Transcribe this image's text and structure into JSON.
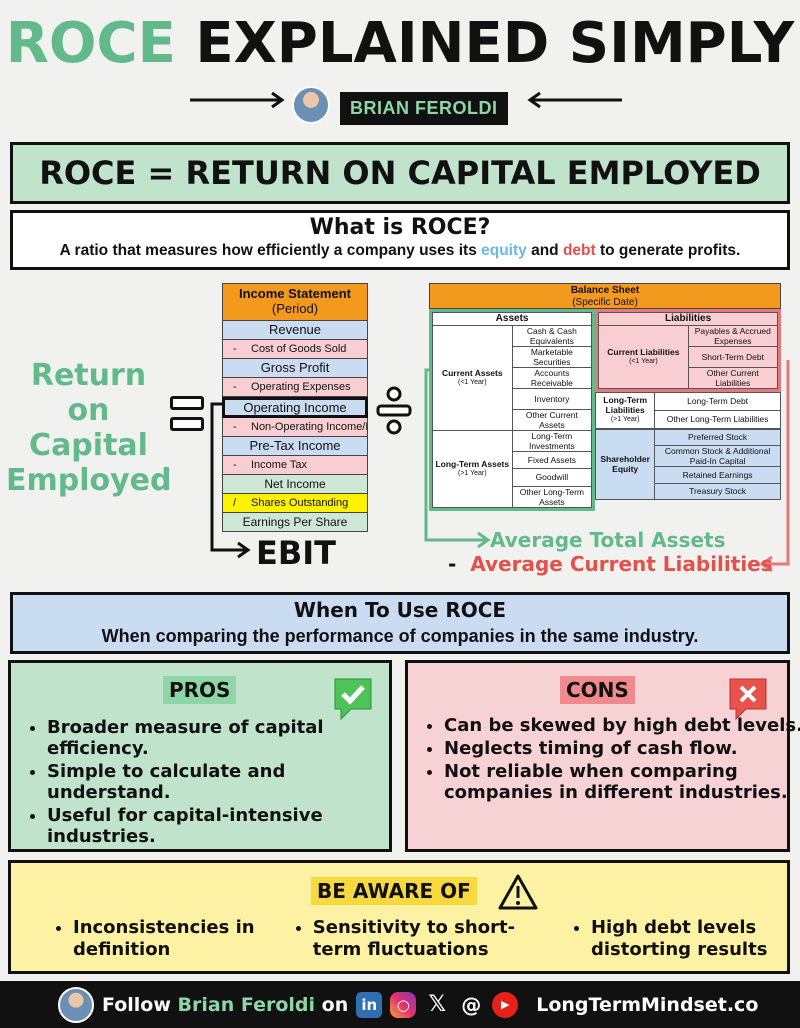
{
  "header": {
    "title_accent": "ROCE",
    "title_rest": "EXPLAINED SIMPLY",
    "author": "BRIAN FEROLDI",
    "accent_color": "#62b98a"
  },
  "definition": "ROCE = RETURN ON CAPITAL EMPLOYED",
  "what": {
    "heading": "What is ROCE?",
    "text_before": "A ratio that measures how efficiently a company uses its ",
    "equity": "equity",
    "and": " and ",
    "debt": "debt",
    "text_after": " to generate profits."
  },
  "formula": {
    "lhs": "Return on Capital Employed",
    "numerator_label": "EBIT",
    "denominator_assets": "Average Total Assets",
    "minus": "-",
    "denominator_liab": "Average Current Liabilities"
  },
  "income_statement": {
    "title": "Income Statement",
    "period": "(Period)",
    "rows": [
      {
        "label": "Revenue",
        "sign": "",
        "style": "blue"
      },
      {
        "label": "Cost of Goods Sold",
        "sign": "-",
        "style": "pink"
      },
      {
        "label": "Gross Profit",
        "sign": "",
        "style": "blue"
      },
      {
        "label": "Operating Expenses",
        "sign": "-",
        "style": "pink"
      },
      {
        "label": "Operating Income",
        "sign": "",
        "style": "op"
      },
      {
        "label": "Non-Operating Income/Expense",
        "sign": "-",
        "style": "pink"
      },
      {
        "label": "Pre-Tax Income",
        "sign": "",
        "style": "blue"
      },
      {
        "label": "Income Tax",
        "sign": "-",
        "style": "pink"
      },
      {
        "label": "Net Income",
        "sign": "",
        "style": "green"
      },
      {
        "label": "Shares Outstanding",
        "sign": "/",
        "style": "yellow"
      },
      {
        "label": "Earnings Per Share",
        "sign": "",
        "style": "green"
      }
    ]
  },
  "balance_sheet": {
    "title": "Balance Sheet",
    "date": "(Specific Date)",
    "assets_header": "Assets",
    "liabilities_header": "Liabilities",
    "current_assets": {
      "name": "Current Assets",
      "note": "(<1 Year)",
      "items": [
        "Cash & Cash Equivalents",
        "Marketable Securities",
        "Accounts Receivable",
        "Inventory",
        "Other Current Assets"
      ]
    },
    "long_term_assets": {
      "name": "Long-Term Assets",
      "note": "(>1 Year)",
      "items": [
        "Long-Term Investments",
        "Fixed Assets",
        "Goodwill",
        "Other Long-Term Assets"
      ]
    },
    "current_liabilities": {
      "name": "Current Liabilities",
      "note": "(<1 Year)",
      "items": [
        "Payables & Accrued Expenses",
        "Short-Term Debt",
        "Other Current Liabilities"
      ]
    },
    "long_term_liabilities": {
      "name": "Long-Term Liabilities",
      "note": "(>1 Year)",
      "items": [
        "Long-Term Debt",
        "Other Long-Term Liabilities"
      ]
    },
    "equity": {
      "name": "Shareholder Equity",
      "items": [
        "Preferred Stock",
        "Common Stock & Additional Paid-In Capital",
        "Retained Earnings",
        "Treasury Stock"
      ]
    }
  },
  "when": {
    "heading": "When To Use ROCE",
    "text": "When comparing the performance of companies in the same industry."
  },
  "pros": {
    "label": "PROS",
    "items": [
      "Broader measure of capital efficiency.",
      "Simple to calculate and understand.",
      "Useful for capital-intensive industries."
    ]
  },
  "cons": {
    "label": "CONS",
    "items": [
      "Can be skewed by high debt levels.",
      "Neglects timing of cash flow.",
      "Not reliable when comparing companies in different industries."
    ]
  },
  "aware": {
    "label": "BE AWARE OF",
    "items": [
      "Inconsistencies in definition",
      "Sensitivity to short-term fluctuations",
      "High debt levels distorting results"
    ]
  },
  "footer": {
    "follow": "Follow",
    "name": "Brian Feroldi",
    "on": "on",
    "site": "LongTermMindset.co",
    "icons": [
      "linkedin-icon",
      "instagram-icon",
      "x-icon",
      "threads-icon",
      "youtube-icon"
    ]
  }
}
